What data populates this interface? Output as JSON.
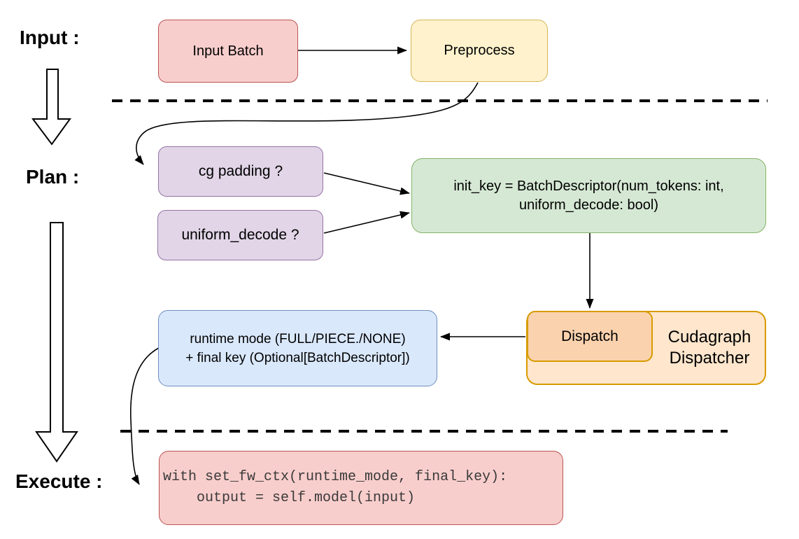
{
  "diagram": {
    "title_context": "Cudagraph dispatch flow",
    "stage_labels": [
      {
        "id": "input",
        "text": "Input :"
      },
      {
        "id": "plan",
        "text": "Plan :"
      },
      {
        "id": "execute",
        "text": "Execute :"
      }
    ],
    "nodes": {
      "input_batch": {
        "label": "Input Batch",
        "fill": "#f8cecc",
        "stroke": "#b85450"
      },
      "preprocess": {
        "label": "Preprocess",
        "fill": "#fff2cc",
        "stroke": "#d6b656"
      },
      "cg_padding": {
        "label": "cg padding ?",
        "fill": "#e1d5e7",
        "stroke": "#9673a6"
      },
      "uniform_decode": {
        "label": "uniform_decode ?",
        "fill": "#e1d5e7",
        "stroke": "#9673a6"
      },
      "init_key": {
        "line1": "init_key = BatchDescriptor(num_tokens: int,",
        "line2": "uniform_decode: bool)",
        "fill": "#d5e8d4",
        "stroke": "#82b366"
      },
      "dispatch": {
        "label": "Dispatch",
        "fill": "#fad2ae",
        "stroke": "#d79b00"
      },
      "cudagraph_dispatcher": {
        "line1": "Cudagraph",
        "line2": "Dispatcher",
        "fill": "#ffe6cc",
        "stroke": "#d79b00"
      },
      "runtime_result": {
        "line1": "runtime mode (FULL/PIECE./NONE)",
        "line2": "+ final key (Optional[BatchDescriptor])",
        "fill": "#dae8fc",
        "stroke": "#6c8ebf"
      },
      "execute_code": {
        "code": [
          "with set_fw_ctx(runtime_mode, final_key):",
          "    output = self.model(input)"
        ],
        "fill": "#f8cecc",
        "stroke": "#b85450"
      }
    }
  }
}
